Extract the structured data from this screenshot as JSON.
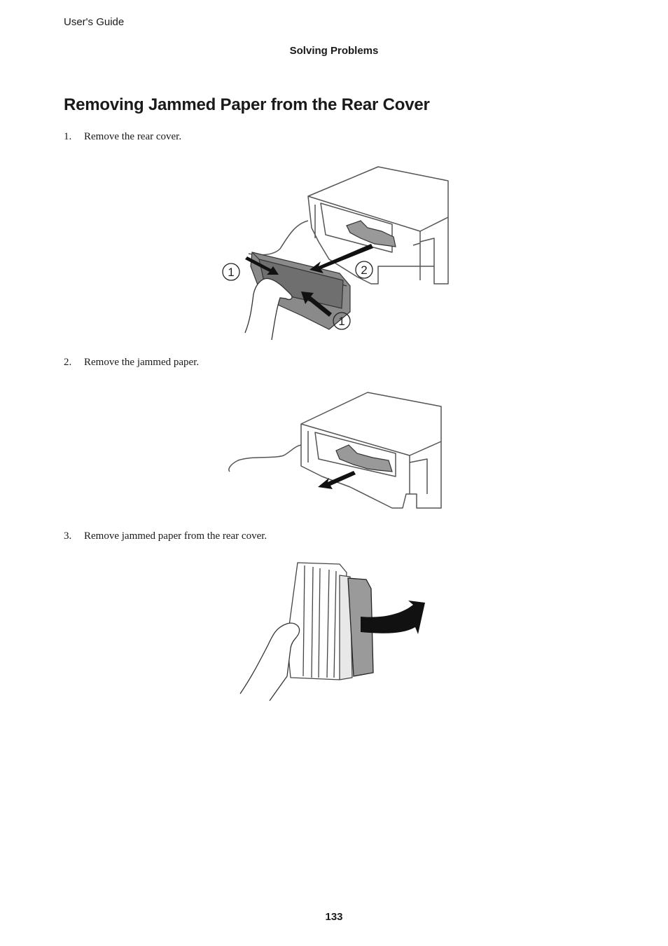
{
  "header": {
    "guide_title": "User's Guide",
    "section": "Solving Problems"
  },
  "title": "Removing Jammed Paper from the Rear Cover",
  "steps": [
    {
      "number": "1.",
      "text": "Remove the rear cover."
    },
    {
      "number": "2.",
      "text": "Remove the jammed paper."
    },
    {
      "number": "3.",
      "text": "Remove jammed paper from the rear cover."
    }
  ],
  "callouts": {
    "one": "1",
    "two": "2"
  },
  "footer": {
    "page_number": "133"
  }
}
